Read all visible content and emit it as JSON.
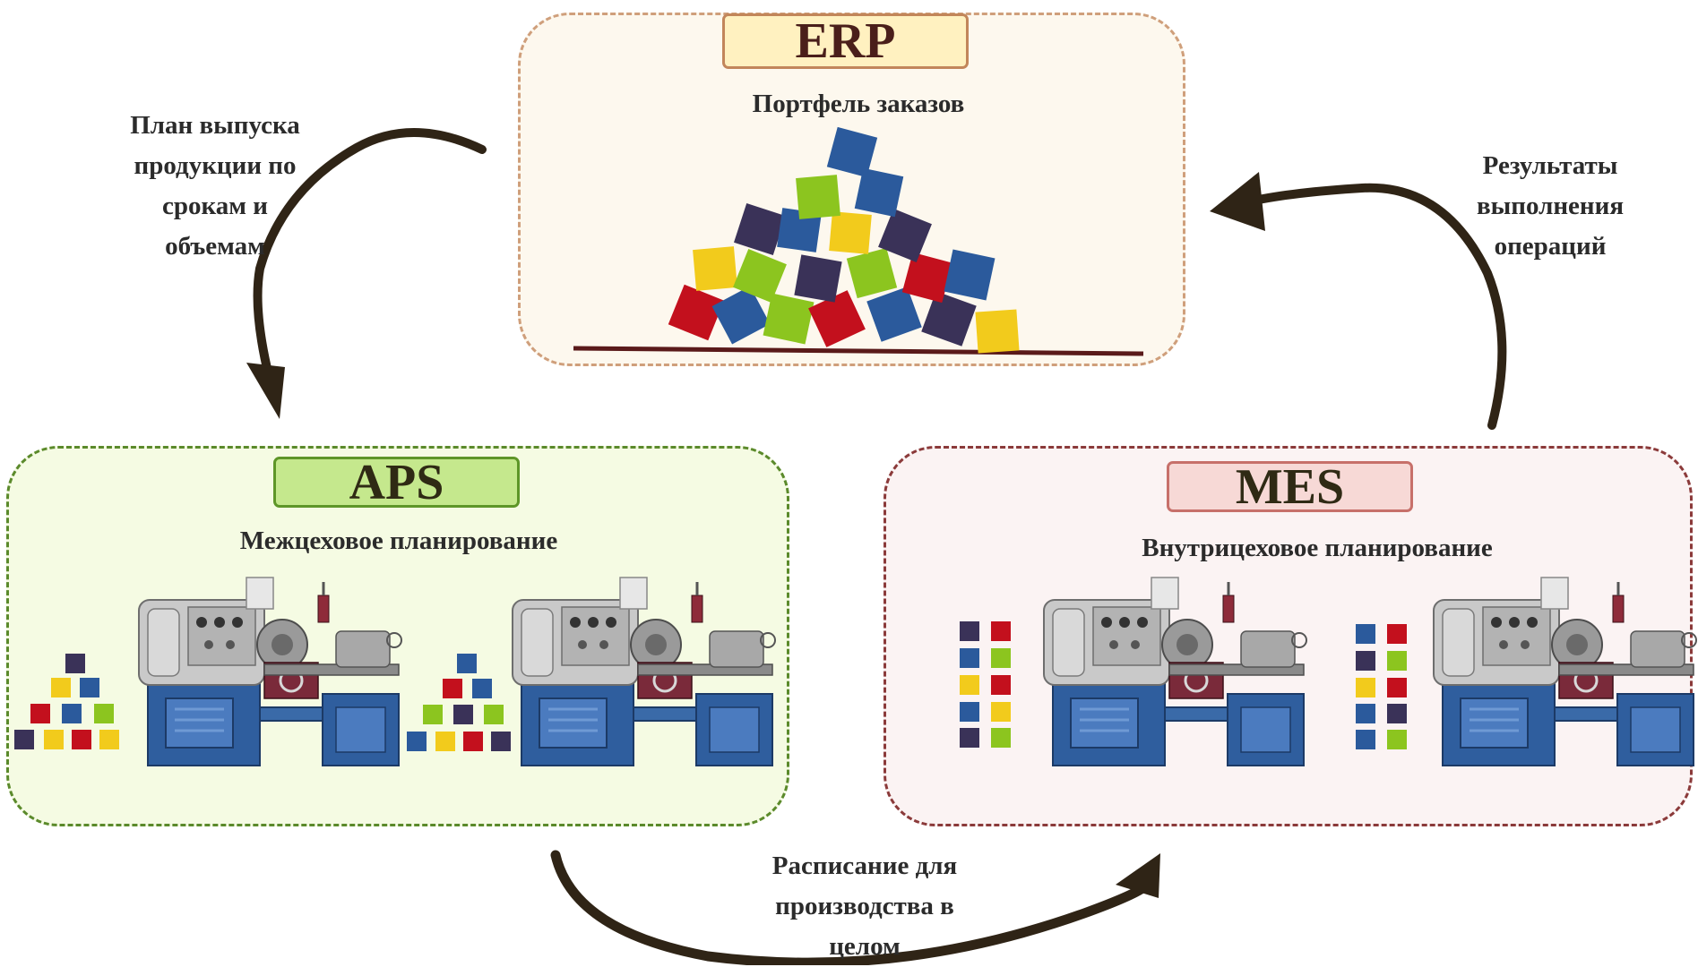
{
  "erp": {
    "badge": "ERP",
    "subtitle": "Портфель заказов"
  },
  "aps": {
    "badge": "APS",
    "subtitle": "Межцеховое планирование"
  },
  "mes": {
    "badge": "MES",
    "subtitle": "Внутрицеховое планирование"
  },
  "arrows": {
    "release_plan": [
      "План выпуска",
      "продукции по",
      "срокам и",
      "объемам"
    ],
    "results": [
      "Результаты",
      "выполнения",
      "операций"
    ],
    "schedule": [
      "Расписание для",
      "производства в",
      "целом"
    ]
  },
  "colors": {
    "dark_blue": "#2b5a9c",
    "navy": "#3a3258",
    "green": "#8cc51f",
    "yellow": "#f2cb1c",
    "red": "#c3101d",
    "arrow": "#2f2416"
  }
}
